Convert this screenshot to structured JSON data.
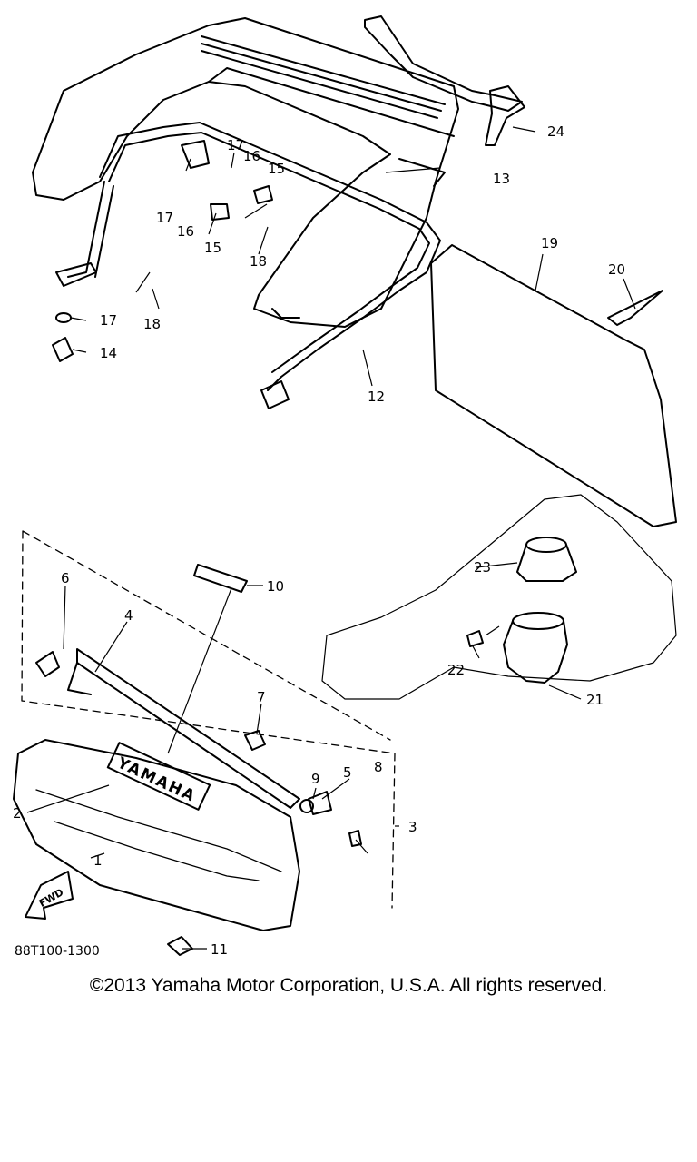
{
  "diagram": {
    "drawing_code": "88T100-1300",
    "fwd_label": "FWD",
    "brand_label": "YAMAHA",
    "callouts": [
      "1",
      "2",
      "3",
      "4",
      "5",
      "6",
      "7",
      "8",
      "9",
      "10",
      "11",
      "12",
      "13",
      "14",
      "15",
      "15",
      "16",
      "16",
      "17",
      "17",
      "17",
      "18",
      "18",
      "19",
      "20",
      "21",
      "22",
      "23",
      "24"
    ]
  },
  "footer": {
    "copyright": "©2013 Yamaha Motor Corporation, U.S.A. All rights reserved."
  }
}
